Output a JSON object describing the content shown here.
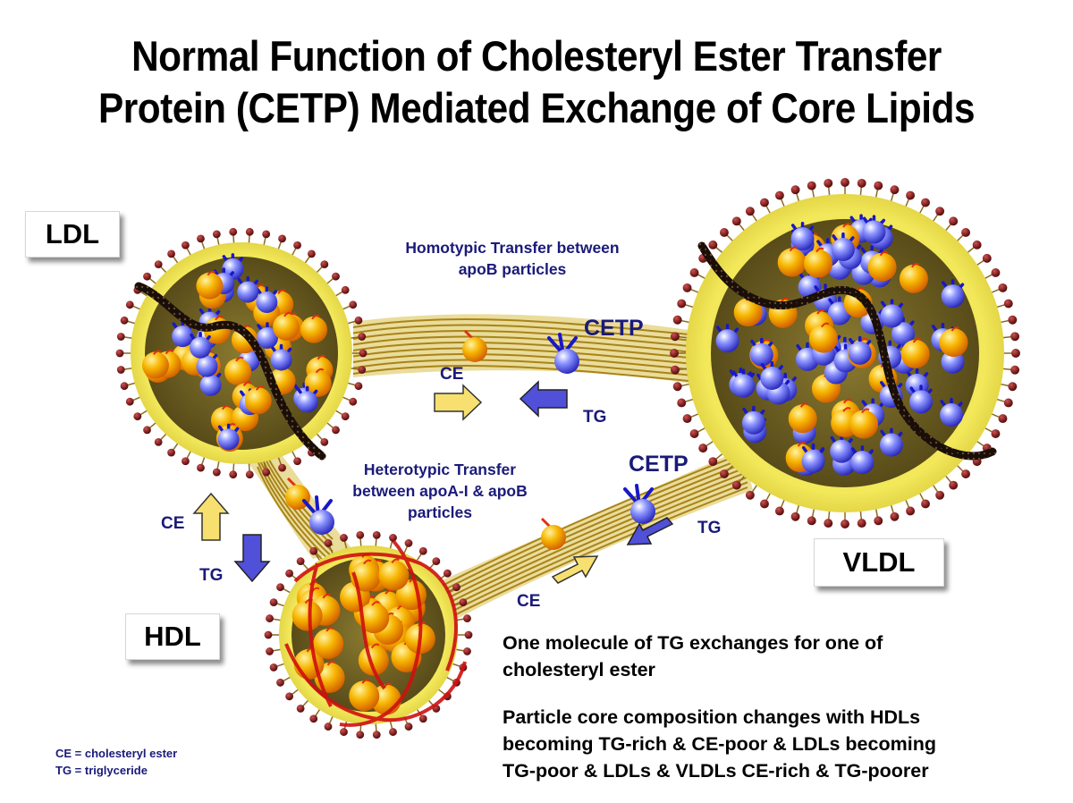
{
  "title": {
    "line1": "Normal Function of Cholesteryl Ester Transfer",
    "line2": "Protein (CETP) Mediated Exchange of Core Lipids"
  },
  "particles": {
    "ldl": "LDL",
    "vldl": "VLDL",
    "hdl": "HDL"
  },
  "transfers": {
    "homotypic": {
      "line1": "Homotypic Transfer between",
      "line2": "apoB particles"
    },
    "heterotypic": {
      "line1": "Heterotypic Transfer",
      "line2": "between apoA-I & apoB",
      "line3": "particles"
    }
  },
  "labels": {
    "cetp_top": "CETP",
    "cetp_mid": "CETP",
    "ce_top": "CE",
    "tg_top": "TG",
    "ce_left": "CE",
    "tg_left": "TG",
    "ce_mid": "CE",
    "tg_mid": "TG"
  },
  "notes": {
    "note1": [
      "One molecule of TG exchanges for one of",
      "cholesteryl ester"
    ],
    "note2": [
      "Particle core composition changes with HDLs",
      "becoming TG-rich & CE-poor & LDLs becoming",
      "TG-poor  & LDLs & VLDLs CE-rich & TG-poorer"
    ]
  },
  "legend": {
    "ce": "CE = cholesteryl ester",
    "tg": "TG = triglyceride"
  },
  "colors": {
    "tube": "#c8a630",
    "shell": "#e6d84a",
    "ce_ball": "#f5b400",
    "tg_ball": "#4a52e6",
    "phospholipid_head": "#7a1010",
    "apoB": "#2a1a10",
    "apoA": "#d01010",
    "arrow_ce": "#f7e070",
    "arrow_tg": "#5050d8",
    "label_text": "#1a1a7a"
  },
  "icons": [
    "ce-molecule-icon",
    "tg-molecule-icon",
    "ce-arrow-icon",
    "tg-arrow-icon"
  ]
}
